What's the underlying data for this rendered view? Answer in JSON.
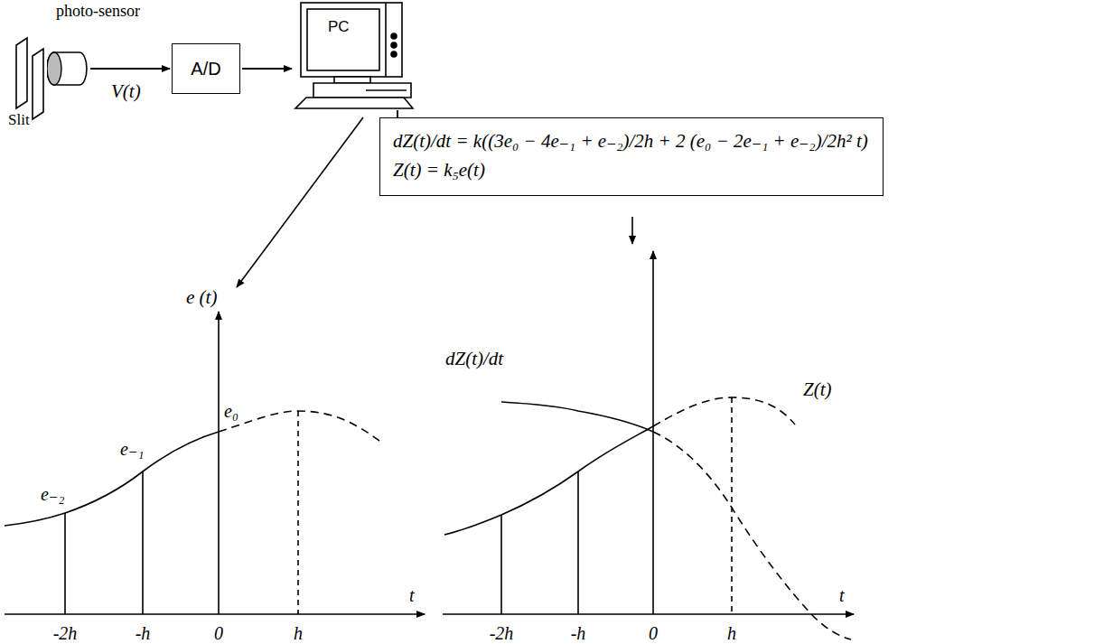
{
  "diagram": {
    "nodes": [
      {
        "text": [
          "photo-sensor"
        ]
      },
      {
        "text": [
          "A/D"
        ]
      },
      {
        "text": [
          "PC"
        ]
      },
      {
        "text": [
          "dZ(t)/dt = k((3e₀ − 4e₋₁ + e₋₂)/2h + 2 (e₀ − 2e₋₁ + e₋₂)/2h² t)",
          "Z(t) = k₅e(t)"
        ]
      }
    ],
    "edges": [
      {
        "from": 0,
        "to": 1,
        "label": "V(t)",
        "arrow": "to"
      },
      {
        "from": 1,
        "to": 2,
        "arrow": "to"
      },
      {
        "from": 2,
        "to": 3,
        "arrow": "none"
      }
    ],
    "labels": [
      "Slit",
      "e (t)",
      "e₋₂",
      "e₋₁",
      "e₀",
      "-2h",
      "-h",
      "0",
      "h",
      "t",
      "dZ(t)/dt",
      "Z(t)",
      "-2h",
      "-h",
      "0",
      "h",
      "t"
    ]
  }
}
